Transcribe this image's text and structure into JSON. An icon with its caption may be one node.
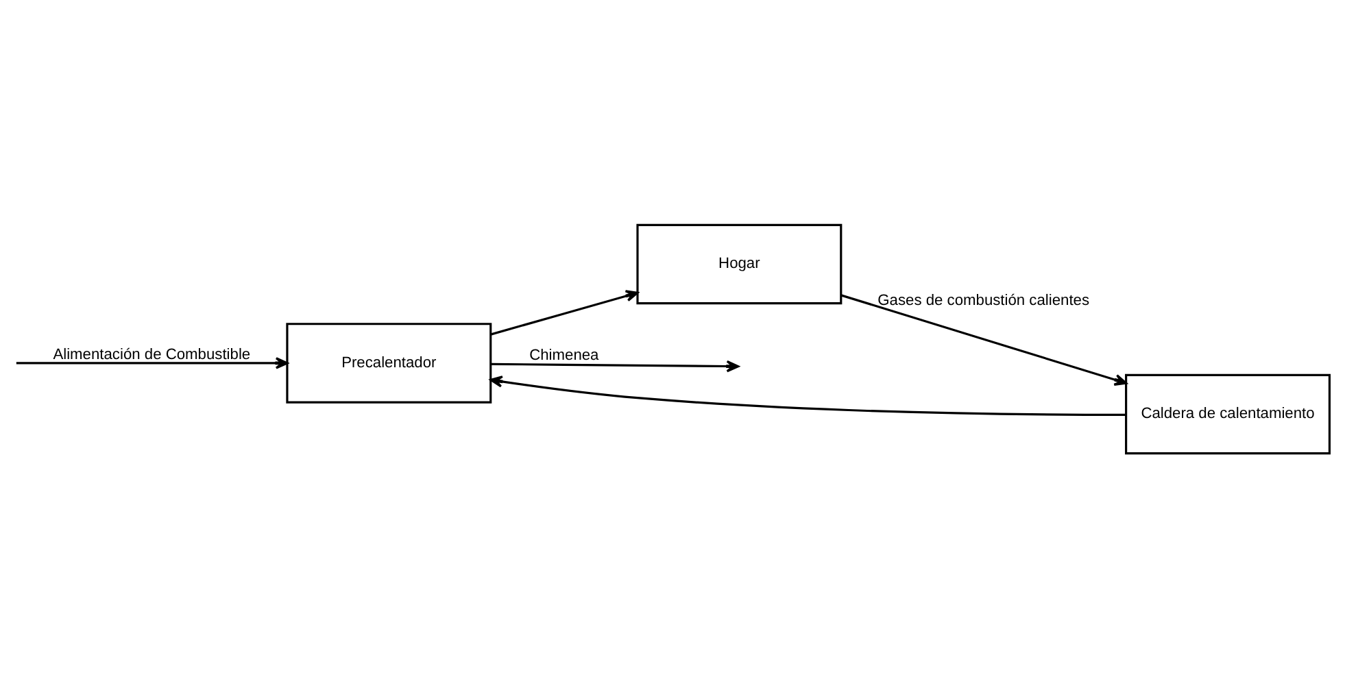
{
  "diagram": {
    "nodes": [
      {
        "text": [
          "Precalentador"
        ]
      },
      {
        "text": [
          "Hogar"
        ]
      },
      {
        "text": [
          "Caldera de calentamiento"
        ]
      }
    ],
    "edges": [
      {
        "from": null,
        "to": 0,
        "arrow": "to",
        "label": "Alimentación de Combustible"
      },
      {
        "from": 0,
        "to": null,
        "arrow": "to",
        "label": "Chimenea"
      },
      {
        "from": 0,
        "to": 1,
        "arrow": "to"
      },
      {
        "from": 1,
        "to": 2,
        "arrow": "to",
        "label": "Gases de combustión calientes"
      },
      {
        "from": 2,
        "to": 0,
        "arrow": "to"
      }
    ]
  }
}
